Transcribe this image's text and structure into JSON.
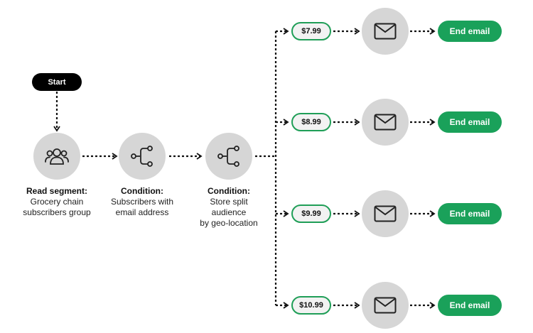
{
  "start": {
    "label": "Start"
  },
  "nodes": {
    "read_segment": {
      "title": "Read segment:",
      "lines": [
        "Grocery chain",
        "subscribers group"
      ],
      "icon": "people-group-icon"
    },
    "condition_email": {
      "title": "Condition:",
      "lines": [
        "Subscribers with",
        "email address"
      ],
      "icon": "branch-split-icon"
    },
    "condition_geo": {
      "title": "Condition:",
      "lines": [
        "Store split",
        "audience",
        "by geo-location"
      ],
      "icon": "branch-split-icon"
    }
  },
  "branches": [
    {
      "price": "$7.99",
      "email_icon": "envelope-icon",
      "end_label": "End email"
    },
    {
      "price": "$8.99",
      "email_icon": "envelope-icon",
      "end_label": "End email"
    },
    {
      "price": "$9.99",
      "email_icon": "envelope-icon",
      "end_label": "End email"
    },
    {
      "price": "$10.99",
      "email_icon": "envelope-icon",
      "end_label": "End email"
    }
  ],
  "colors": {
    "node_fill": "#d6d6d6",
    "accent_green": "#1aa15a",
    "pill_border": "#1f9e57",
    "start_fill": "#000000",
    "connector": "#111111"
  }
}
